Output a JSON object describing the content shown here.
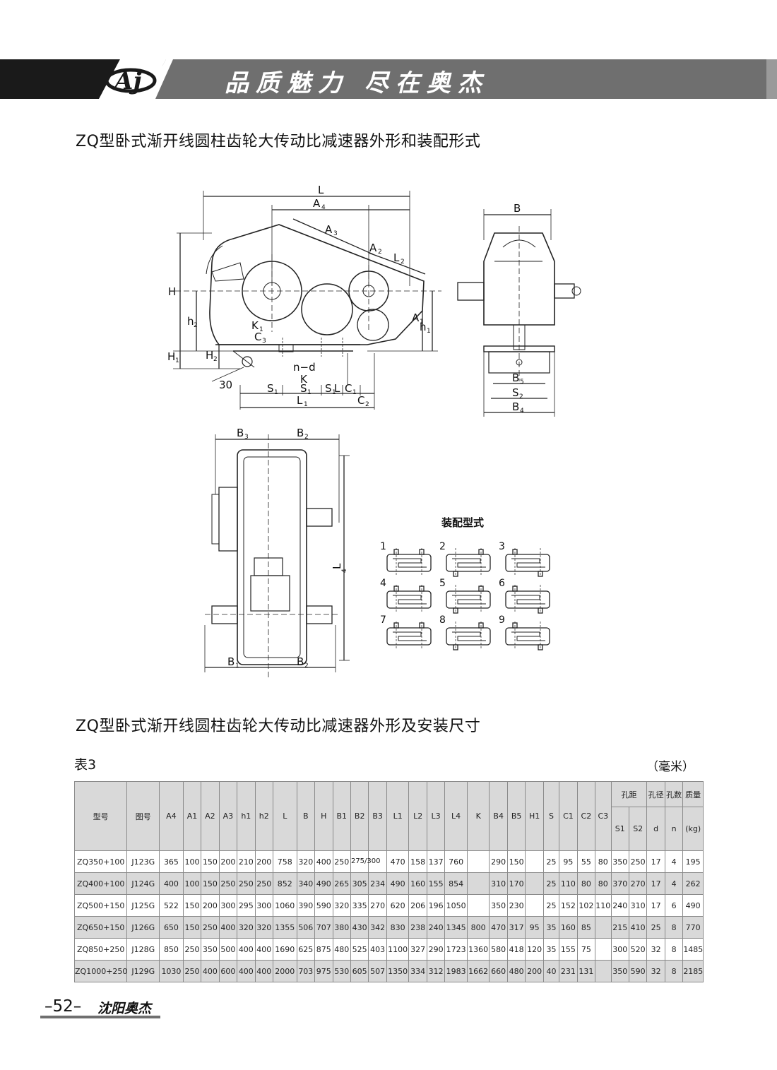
{
  "header": {
    "logo_text": "Aj",
    "slogan": "品质魅力 尽在奥杰"
  },
  "section1": {
    "title": "ZQ型卧式渐开线圆柱齿轮大传动比减速器外形和装配形式"
  },
  "diagram": {
    "labels": {
      "L": "L",
      "A4": "A",
      "A4_sub": "4",
      "A3": "A",
      "A3_sub": "3",
      "A2": "A",
      "A2_sub": "2",
      "L2": "L",
      "L2_sub": "2",
      "A1": "A",
      "A1_sub": "1",
      "h1": "h",
      "h1_sub": "1",
      "H": "H",
      "h2": "h",
      "h2_sub": "2",
      "H1": "H",
      "H1_sub": "1",
      "H2": "H",
      "H2_sub": "2",
      "K1": "K",
      "K1_sub": "1",
      "C3": "C",
      "C3_sub": "3",
      "nd": "n−d",
      "K": "K",
      "angle": "30",
      "S1a": "S",
      "S1a_sub": "1",
      "S1b": "S",
      "S1b_sub": "1",
      "S1c": "S",
      "S1c_sub": "1",
      "Lb": "L",
      "C1": "C",
      "C1_sub": "1",
      "L1": "L",
      "L1_sub": "1",
      "C2": "C",
      "C2_sub": "2",
      "B": "B",
      "B5": "B",
      "B5_sub": "5",
      "S2": "S",
      "S2_sub": "2",
      "B4": "B",
      "B4_sub": "4",
      "B3": "B",
      "B3_sub": "3",
      "B2top": "B",
      "B2top_sub": "2",
      "L4": "L",
      "L4_sub": "4",
      "B1": "B",
      "B1_sub": "1",
      "B2bot": "B",
      "B2bot_sub": "2"
    },
    "assembly_title": "装配型式",
    "assembly_numbers": [
      "1",
      "2",
      "3",
      "4",
      "5",
      "6",
      "7",
      "8",
      "9"
    ]
  },
  "section2": {
    "title": "ZQ型卧式渐开线圆柱齿轮大传动比减速器外形及安装尺寸"
  },
  "table": {
    "label": "表3",
    "unit": "（毫米）",
    "headers": {
      "model": "型号",
      "drawing": "图号",
      "cols": [
        "A4",
        "A1",
        "A2",
        "A3",
        "h1",
        "h2",
        "L",
        "B",
        "H",
        "B1",
        "B2",
        "B3",
        "L1",
        "L2",
        "L3",
        "L4",
        "K",
        "B4",
        "B5",
        "H1",
        "S",
        "C1",
        "C2",
        "C3"
      ],
      "hole_spacing": "孔距",
      "hole_dia": "孔径",
      "hole_count": "孔数",
      "S1": "S1",
      "S2": "S2",
      "d": "d",
      "n": "n",
      "mass": "质量",
      "mass_unit": "(kg)"
    },
    "rows": [
      [
        "ZQ350+100",
        "J123G",
        "365",
        "100",
        "150",
        "200",
        "210",
        "200",
        "758",
        "320",
        "400",
        "250",
        "275/300",
        "",
        "470",
        "158",
        "137",
        "760",
        "",
        "290",
        "150",
        "",
        "25",
        "95",
        "55",
        "80",
        "350",
        "250",
        "17",
        "4",
        "195"
      ],
      [
        "ZQ400+100",
        "J124G",
        "400",
        "100",
        "150",
        "250",
        "250",
        "250",
        "852",
        "340",
        "490",
        "265",
        "305",
        "234",
        "490",
        "160",
        "155",
        "854",
        "",
        "310",
        "170",
        "",
        "25",
        "110",
        "80",
        "80",
        "370",
        "270",
        "17",
        "4",
        "262"
      ],
      [
        "ZQ500+150",
        "J125G",
        "522",
        "150",
        "200",
        "300",
        "295",
        "300",
        "1060",
        "390",
        "590",
        "320",
        "335",
        "270",
        "620",
        "206",
        "196",
        "1050",
        "",
        "350",
        "230",
        "",
        "25",
        "152",
        "102",
        "110",
        "240",
        "310",
        "17",
        "6",
        "490"
      ],
      [
        "ZQ650+150",
        "J126G",
        "650",
        "150",
        "250",
        "400",
        "320",
        "320",
        "1355",
        "506",
        "707",
        "380",
        "430",
        "342",
        "830",
        "238",
        "240",
        "1345",
        "800",
        "470",
        "317",
        "95",
        "35",
        "160",
        "85",
        "",
        "215",
        "410",
        "25",
        "8",
        "770"
      ],
      [
        "ZQ850+250",
        "J128G",
        "850",
        "250",
        "350",
        "500",
        "400",
        "400",
        "1690",
        "625",
        "875",
        "480",
        "525",
        "403",
        "1100",
        "327",
        "290",
        "1723",
        "1360",
        "580",
        "418",
        "120",
        "35",
        "155",
        "75",
        "",
        "300",
        "520",
        "32",
        "8",
        "1485"
      ],
      [
        "ZQ1000+250",
        "J129G",
        "1030",
        "250",
        "400",
        "600",
        "400",
        "400",
        "2000",
        "703",
        "975",
        "530",
        "605",
        "507",
        "1350",
        "334",
        "312",
        "1983",
        "1662",
        "660",
        "480",
        "200",
        "40",
        "231",
        "131",
        "",
        "350",
        "590",
        "32",
        "8",
        "2185"
      ]
    ]
  },
  "footer": {
    "page_number": "–52–",
    "company": "沈阳奥杰"
  }
}
